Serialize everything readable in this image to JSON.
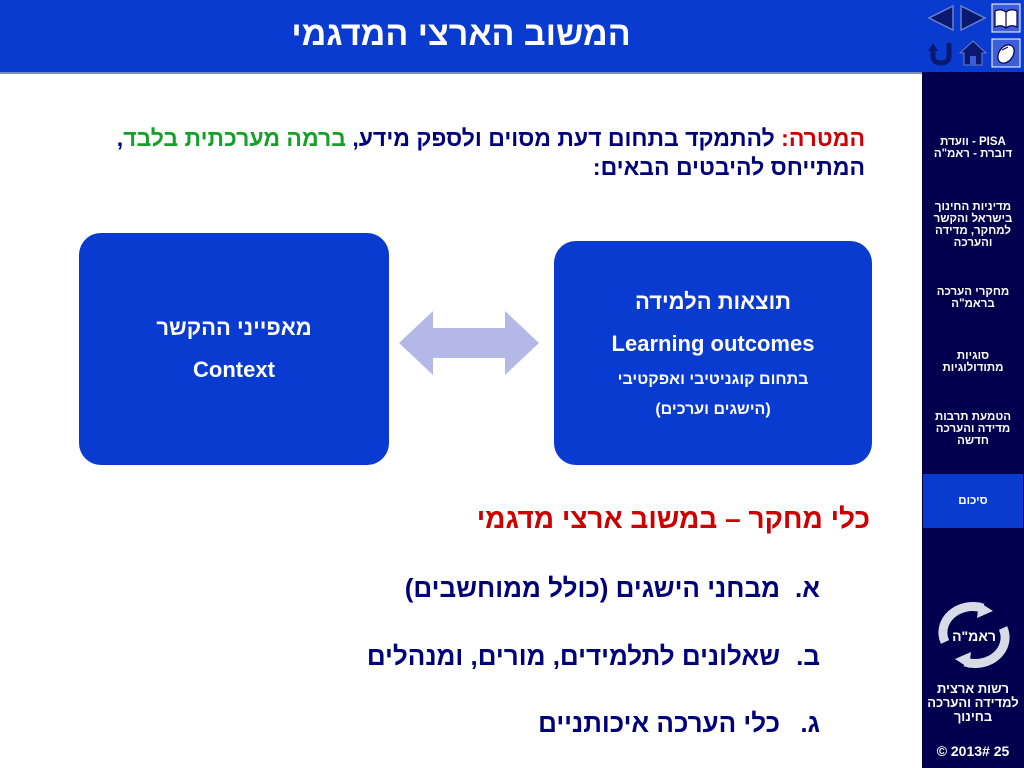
{
  "header": {
    "title": "המשוב הארצי המדגמי"
  },
  "nav": {
    "prev_icon": "left-triangle-icon",
    "next_icon": "right-triangle-icon",
    "book_icon": "book-icon",
    "back_icon": "undo-arrow-icon",
    "home_icon": "home-icon",
    "mouse_icon": "mouse-icon"
  },
  "sidebar": {
    "items": [
      {
        "label": "PISA - וועדת דוברת - ראמ\"ה"
      },
      {
        "label": "מדיניות החינוך בישראל והקשר למחקר, מדידה והערכה"
      },
      {
        "label": "מחקרי הערכה בראמ\"ה"
      },
      {
        "label": "סוגיות מתודולוגיות"
      },
      {
        "label": "הטמעת תרבות מדידה והערכה חדשה"
      },
      {
        "label": "סיכום"
      }
    ]
  },
  "goal": {
    "prefix": "המטרה:",
    "text1": " להתמקד בתחום דעת מסוים ולספק מידע,",
    "highlight": " ברמה מערכתית בלבד",
    "text2": ", המתייחס להיבטים הבאים:"
  },
  "context_box": {
    "line1": "מאפייני ההקשר",
    "line2": "Context"
  },
  "outcomes_box": {
    "line1": "תוצאות הלמידה",
    "line2": "Learning outcomes",
    "line3": "בתחום קוגניטיבי ואפקטיבי",
    "line4": "(הישגים וערכים)"
  },
  "tools": {
    "title": "כלי מחקר – במשוב ארצי מדגמי",
    "items": [
      {
        "letter": "א.",
        "text": "מבחני הישגים (כולל ממוחשבים)"
      },
      {
        "letter": "ב.",
        "text": "שאלונים לתלמידים, מורים, ומנהלים"
      },
      {
        "letter": "ג.",
        "text": "כלי הערכה איכותניים"
      }
    ]
  },
  "logo": {
    "text": "ראמ\"ה"
  },
  "org": {
    "text": "רשות ארצית למדידה והערכה בחינוך"
  },
  "footer": {
    "text": "© 2013# 25"
  },
  "colors": {
    "brand_blue": "#0a3bd0",
    "sidebar_navy": "#00004e",
    "title_red": "#cc0000",
    "text_navy": "#00007a",
    "green": "#16a02a",
    "arrow_lavender": "#b3b8e6"
  }
}
